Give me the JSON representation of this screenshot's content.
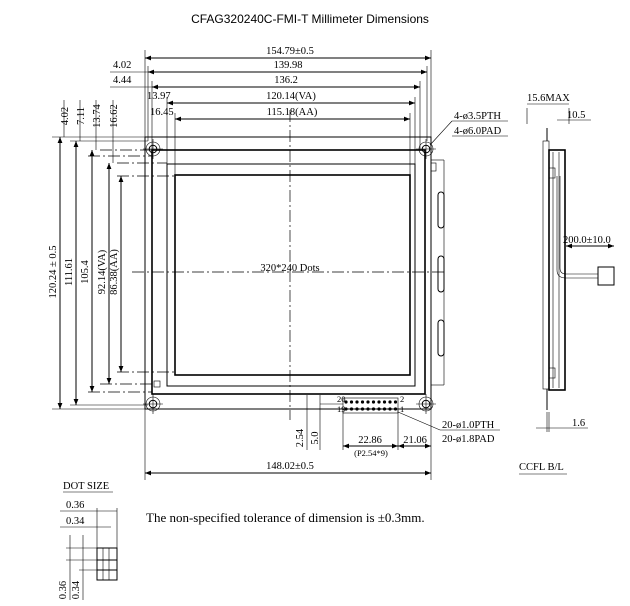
{
  "title": "CFAG320240C-FMI-T Millimeter Dimensions",
  "dims": {
    "overall_width": "154.79±0.5",
    "width_139": "139.98",
    "width_136": "136.2",
    "va_width": "120.14(VA)",
    "aa_width": "115.18(AA)",
    "left_402": "4.02",
    "left_444": "4.44",
    "left_1397": "13.97",
    "left_1645": "16.45",
    "top_402": "4.02",
    "top_711": "7.11",
    "top_1374": "13.74",
    "top_1662": "16.62",
    "overall_height": "120.24 ± 0.5",
    "height_111": "111.61",
    "height_105": "105.4",
    "va_height": "92.14(VA)",
    "aa_height": "86.38(AA)",
    "bottom_width": "148.02±0.5",
    "pin_254": "2.54",
    "pin_50": "5.0",
    "pin_2286": "22.86",
    "pin_pitch": "(P2.54*9)",
    "pin_2106": "21.06",
    "mount_pth": "4-ø3.5PTH",
    "mount_pad": "4-ø6.0PAD",
    "conn_pth": "20-ø1.0PTH",
    "conn_pad": "20-ø1.8PAD",
    "pin_20": "20",
    "pin_19": "19",
    "pin_2": "2",
    "pin_1": "1",
    "center_label": "320*240 Dots",
    "side_156": "15.6MAX",
    "side_105": "10.5",
    "cable": "200.0±10.0",
    "side_16": "1.6",
    "side_caption": "CCFL B/L",
    "dot_title": "DOT SIZE",
    "dot_036_top": "0.36",
    "dot_034_top": "0.34",
    "dot_036_side": "0.36",
    "dot_034_side": "0.34",
    "tolerance_note": "The non-specified tolerance of dimension is ±0.3mm."
  }
}
